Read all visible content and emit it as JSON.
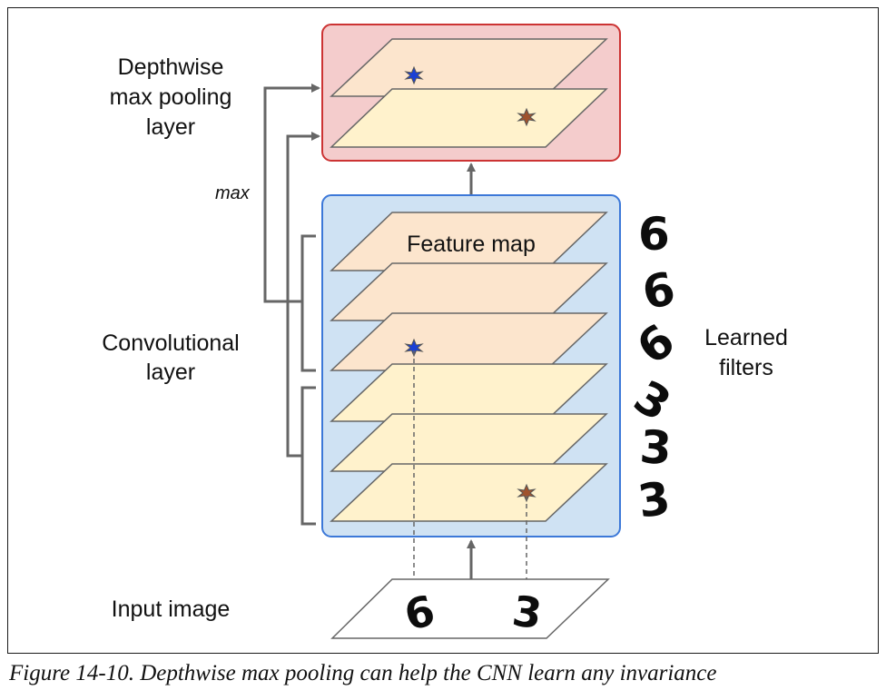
{
  "labels": {
    "pooling_layer": [
      "Depthwise",
      "max pooling",
      "layer"
    ],
    "max": "max",
    "conv_layer": [
      "Convolutional",
      "layer"
    ],
    "feature_map": "Feature map",
    "learned_filters": [
      "Learned",
      "filters"
    ],
    "input_image": "Input image"
  },
  "filter_digits": [
    "6",
    "6",
    "6",
    "3",
    "3",
    "3"
  ],
  "input_digits": [
    "6",
    "3"
  ],
  "caption": "Figure 14-10. Depthwise max pooling can help the CNN learn any invariance",
  "colors": {
    "pooling_box_fill": "#f4cccc",
    "pooling_box_border": "#cc3333",
    "conv_box_fill": "#cfe2f3",
    "conv_box_border": "#3c78d8",
    "layer_six_fill": "#fce5cd",
    "layer_three_fill": "#fff2cc",
    "star_blue": "#1a3fd6",
    "star_brown": "#a0522d",
    "connector": "#666666"
  }
}
